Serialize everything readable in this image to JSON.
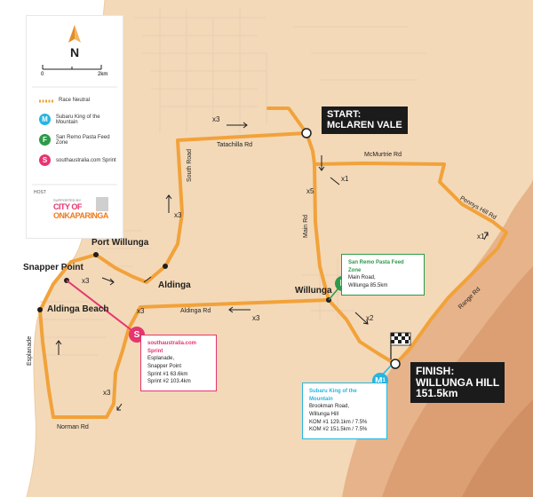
{
  "colors": {
    "route": "#f2a23a",
    "neutral": "#f2a23a",
    "kom": "#27b5e2",
    "feed": "#2e9a4a",
    "sprint": "#e5356f",
    "sea": "#ffffff",
    "land": "#f3d9b8",
    "hills": "#e0a67a"
  },
  "legend": {
    "north": "N",
    "scale_start": "0",
    "scale_end": "2km",
    "neutral_label": "Race Neutral",
    "kom_label": "Subaru King of the Mountain",
    "kom_letter": "M",
    "feed_label": "San Remo Pasta Feed Zone",
    "feed_letter": "F",
    "sprint_label": "southaustralia.com Sprint",
    "sprint_letter": "S",
    "host_label": "HOST",
    "logo_small": "SUPPORTED BY",
    "logo_line1": "CITY OF",
    "logo_line2": "ONKAPARINGA"
  },
  "start": {
    "line1": "START:",
    "line2": "McLAREN VALE"
  },
  "finish": {
    "line1": "FINISH:",
    "line2": "WILLUNGA HILL",
    "line3": "151.5km"
  },
  "towns": {
    "port_willunga": "Port Willunga",
    "snapper_point": "Snapper Point",
    "aldinga": "Aldinga",
    "aldinga_beach": "Aldinga Beach",
    "willunga": "Willunga"
  },
  "roads": {
    "tatachilla": "Tatachilla Rd",
    "mcmurtrie": "McMurtrie Rd",
    "pennys_hill": "Pennys Hill Rd",
    "south": "South Road",
    "main": "Main Rd",
    "range": "Range Rd",
    "aldinga": "Aldinga Rd",
    "esplanade": "Esplanade",
    "norman": "Norman Rd"
  },
  "laps": {
    "tatachilla_x3": "x3",
    "south_x3": "x3",
    "main_x5": "x5",
    "mcmurtrie_x1": "x1",
    "pennys_x1": "x1",
    "snapper_x3": "x3",
    "aldinga_x3": "x3",
    "aldingard_x3": "x3",
    "willunga_x2": "x2",
    "norman_x3": "x3"
  },
  "feed_zone": {
    "letter": "F",
    "title": "San Remo Pasta Feed Zone",
    "line1": "Main Road,",
    "line2": "Willunga 85.5km"
  },
  "sprint": {
    "letter": "S",
    "title": "southaustralia.com Sprint",
    "line1": "Esplanade,",
    "line2": "Snapper Point",
    "line3": "Sprint #1 63.6km",
    "line4": "Sprint #2 103.4km"
  },
  "kom": {
    "letter": "M",
    "sup": "1",
    "title": "Subaru King of the Mountain",
    "line1": "Brookman Road,",
    "line2": "Willunga Hill",
    "line3": "KOM #1 129.1km / 7.5%",
    "line4": "KOM #2 151.5km / 7.5%"
  }
}
